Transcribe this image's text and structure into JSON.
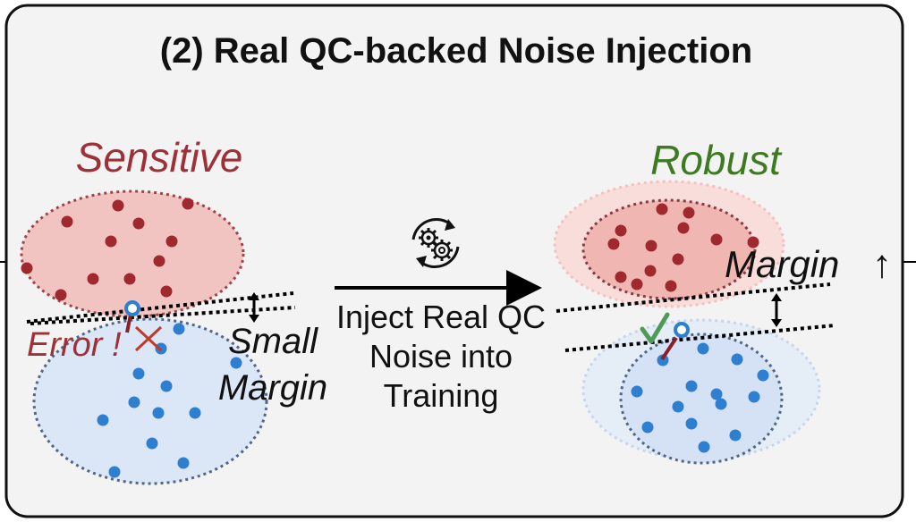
{
  "title": "(2) Real QC-backed Noise Injection",
  "left": {
    "label": "Sensitive",
    "error_label": "Error !",
    "margin_label_1": "Small",
    "margin_label_2": "Margin"
  },
  "center": {
    "line1": "Inject Real QC",
    "line2": "Noise into",
    "line3": "Training",
    "icon": "gears-cycle-icon"
  },
  "right": {
    "label": "Robust",
    "margin_label": "Margin",
    "margin_arrow": "↑"
  },
  "colors": {
    "red_cluster_fill": "#f2c4c1",
    "red_dot": "#a0282f",
    "blue_cluster_fill": "#dbe6f7",
    "blue_dot": "#2f7fd0",
    "sensitive_text": "#9e3137",
    "robust_text": "#3d7a22",
    "check": "#4f9a58",
    "cross": "#c0392b",
    "panel_bg": "#f3f3f3"
  }
}
